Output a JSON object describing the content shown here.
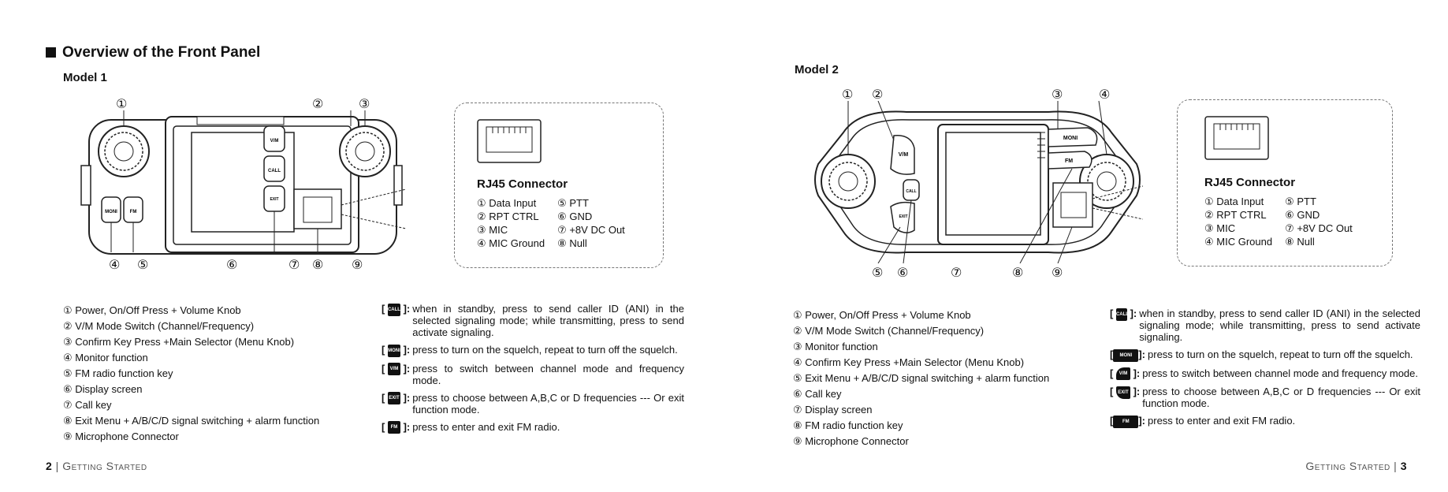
{
  "section_title": "Overview of the Front Panel",
  "left": {
    "model_title": "Model 1",
    "callouts": [
      "①",
      "②",
      "③",
      "④",
      "⑤",
      "⑥",
      "⑦",
      "⑧",
      "⑨"
    ],
    "device_buttons": {
      "vm": "V/M",
      "call": "CALL",
      "exit": "EXIT ABCD",
      "moni": "MONI",
      "fm": "FM"
    },
    "connector": {
      "title": "RJ45 Connector",
      "pins": [
        "① Data Input",
        "⑤ PTT",
        "② RPT CTRL",
        "⑥ GND",
        "③ MIC",
        "⑦ +8V DC Out",
        "④ MIC Ground",
        "⑧ Null"
      ]
    },
    "legend": [
      "① Power, On/Off Press + Volume Knob",
      "② V/M Mode Switch (Channel/Frequency)",
      "③ Confirm Key Press +Main Selector (Menu Knob)",
      "④ Monitor function",
      "⑤ FM radio function key",
      "⑥ Display screen",
      "⑦ Call key",
      "⑧ Exit Menu + A/B/C/D signal switching + alarm function",
      "⑨ Microphone Connector"
    ],
    "descriptions": [
      {
        "key": "CALL",
        "text": "when in standby, press to send caller ID (ANI) in the selected signaling mode; while transmitting, press to send activate signaling."
      },
      {
        "key": "MONI",
        "text": "press to turn on the squelch, repeat to turn off the squelch."
      },
      {
        "key": "V/M",
        "text": "press to switch between channel mode and frequency mode."
      },
      {
        "key": "EXIT",
        "text": "press to choose between A,B,C or D frequencies --- Or exit function mode."
      },
      {
        "key": "FM",
        "text": "press to enter and exit FM radio."
      }
    ],
    "footer_page": "2",
    "footer_text": "Getting Started"
  },
  "right": {
    "model_title": "Model 2",
    "callouts": [
      "①",
      "②",
      "③",
      "④",
      "⑤",
      "⑥",
      "⑦",
      "⑧",
      "⑨"
    ],
    "device_buttons": {
      "vm": "V/M",
      "call": "CALL",
      "exit": "EXIT ABCD",
      "moni": "MONI",
      "fm": "FM"
    },
    "connector": {
      "title": "RJ45 Connector",
      "pins": [
        "① Data Input",
        "⑤ PTT",
        "② RPT CTRL",
        "⑥ GND",
        "③ MIC",
        "⑦ +8V DC Out",
        "④ MIC Ground",
        "⑧ Null"
      ]
    },
    "legend": [
      "① Power, On/Off Press + Volume Knob",
      "② V/M Mode Switch (Channel/Frequency)",
      "③ Monitor function",
      "④ Confirm Key Press +Main Selector (Menu Knob)",
      "⑤ Exit Menu + A/B/C/D signal switching + alarm function",
      "⑥ Call key",
      "⑦ Display screen",
      "⑧ FM radio function key",
      "⑨ Microphone Connector"
    ],
    "descriptions": [
      {
        "key": "CALL",
        "text": "when in standby, press to send caller ID (ANI) in the selected signaling mode; while transmitting, press to send activate signaling."
      },
      {
        "key": "MONI",
        "text": "press to turn on the squelch, repeat to turn off the squelch."
      },
      {
        "key": "V/M",
        "text": "press to switch between channel mode and frequency mode."
      },
      {
        "key": "EXIT",
        "text": "press to choose between A,B,C or D frequencies --- Or exit function mode."
      },
      {
        "key": "FM",
        "text": "press to enter and exit FM radio."
      }
    ],
    "footer_page": "3",
    "footer_text": "Getting Started"
  }
}
